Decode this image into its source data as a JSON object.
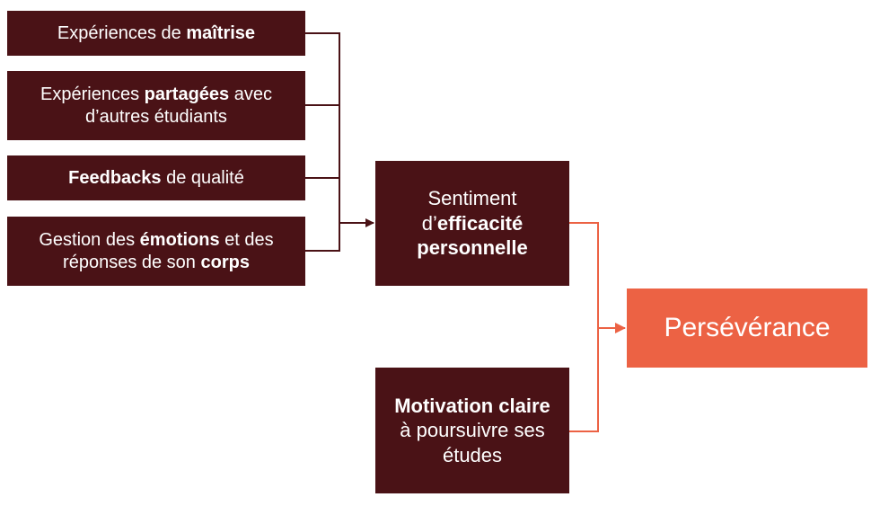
{
  "sources": [
    {
      "lines": [
        [
          {
            "t": "Expériences de ",
            "b": false
          },
          {
            "t": "maîtrise",
            "b": true
          }
        ]
      ]
    },
    {
      "lines": [
        [
          {
            "t": "Expériences ",
            "b": false
          },
          {
            "t": "partagées",
            "b": true
          },
          {
            "t": " avec",
            "b": false
          }
        ],
        [
          {
            "t": "d’autres étudiants",
            "b": false
          }
        ]
      ]
    },
    {
      "lines": [
        [
          {
            "t": "Feedbacks",
            "b": true
          },
          {
            "t": " de qualité",
            "b": false
          }
        ]
      ]
    },
    {
      "lines": [
        [
          {
            "t": "Gestion des ",
            "b": false
          },
          {
            "t": "émotions",
            "b": true
          },
          {
            "t": " et des",
            "b": false
          }
        ],
        [
          {
            "t": "réponses de son ",
            "b": false
          },
          {
            "t": "corps",
            "b": true
          }
        ]
      ]
    }
  ],
  "middle": {
    "lines": [
      [
        {
          "t": "Sentiment",
          "b": false
        }
      ],
      [
        {
          "t": "d’",
          "b": false
        },
        {
          "t": "efficacité",
          "b": true
        }
      ],
      [
        {
          "t": "personnelle",
          "b": true
        }
      ]
    ]
  },
  "motivation": {
    "lines": [
      [
        {
          "t": "Motivation claire",
          "b": true
        }
      ],
      [
        {
          "t": "à poursuivre ses",
          "b": false
        }
      ],
      [
        {
          "t": "études",
          "b": false
        }
      ]
    ]
  },
  "outcome": {
    "label": "Persévérance"
  },
  "colors": {
    "box": "#4a1216",
    "outcome": "#ec6244",
    "connector_dark": "#4a1216",
    "connector_light": "#ec6244"
  }
}
